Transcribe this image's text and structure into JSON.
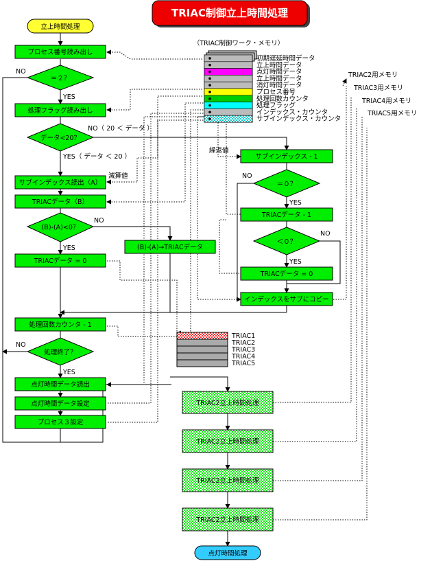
{
  "title": "TRIAC制御立上時間処理",
  "start_terminal": "立上時間処理",
  "end_terminal": "点灯時間処理",
  "memory": {
    "caption": "（TRIAC制御ワーク・メモリ）",
    "fields": [
      "初期遅延時間データ",
      "立上時間データ",
      "点灯時間データ",
      "立上時間データ",
      "消灯時間データ",
      "プロセス番号",
      "処理回数カウンタ",
      "処理フラッグ",
      "インデックス・カウンタ",
      "サブインデックス・カウンタ"
    ],
    "colors": [
      "#ffffff",
      "#ffffff",
      "#ff00ff",
      "#ffffff",
      "#ffffff",
      "#ffff00",
      "#00cc00",
      "#00ffff",
      "#ffffff",
      "checker-cyan"
    ]
  },
  "left_column": {
    "proc_read": "プロセス番号読み出し",
    "dec_eq2": "＝２？",
    "flag_read": "処理フラッグ読み出し",
    "dec_lt20": "データ<20？",
    "subindex_read": "サブインデックス読出（A）",
    "triac_b": "TRIACデータ（B）",
    "dec_ba": "(B)-(A)<0？",
    "triac_zero": "TRIACデータ = 0",
    "count_dec": "処理回数カウンタ - 1",
    "dec_end": "処理終了？",
    "lit_read": "点灯時間データ読出",
    "lit_set": "点灯時間データ設定",
    "proc3_set": "プロセス３設定"
  },
  "right_column": {
    "sub_dec": "サブインデックス - 1",
    "dec_zero": "＝０？",
    "triac_dec": "TRIACデータ - 1",
    "dec_neg": "＜０？",
    "triac_zero2": "TRIACデータ = 0",
    "copy_index": "インデックスをサブにコピー"
  },
  "middle_box": "(B)-(A)→TRIACデータ",
  "labels": {
    "no": "NO",
    "yes": "YES",
    "no_ge20": "NO（ 20 ＜ データ ）",
    "yes_lt20": "YES（ データ ＜ 20 ）",
    "repeat_value": "繰返値",
    "decrement_value": "減算値"
  },
  "triac_table": [
    "TRIAC1",
    "TRIAC2",
    "TRIAC3",
    "TRIAC4",
    "TRIAC5"
  ],
  "triac_processes": [
    "TRIAC2立上時間処理",
    "TRIAC2立上時間処理",
    "TRIAC2立上時間処理",
    "TRIAC2立上時間処理"
  ],
  "memory_labels": [
    "TRIAC2用メモリ",
    "TRIAC3用メモリ",
    "TRIAC4用メモリ",
    "TRIAC5用メモリ"
  ]
}
